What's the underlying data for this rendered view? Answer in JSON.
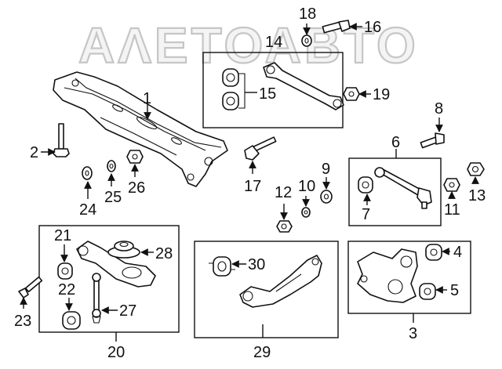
{
  "watermark": {
    "text": "ΑΛΕΤΟΑΒΤΟ"
  },
  "callouts": {
    "c1": "1",
    "c2": "2",
    "c3": "3",
    "c4": "4",
    "c5": "5",
    "c6": "6",
    "c7": "7",
    "c8": "8",
    "c9": "9",
    "c10": "10",
    "c11": "11",
    "c12": "12",
    "c13": "13",
    "c14": "14",
    "c15": "15",
    "c16": "16",
    "c17": "17",
    "c18": "18",
    "c19": "19",
    "c20": "20",
    "c21": "21",
    "c22": "22",
    "c23": "23",
    "c24": "24",
    "c25": "25",
    "c26": "26",
    "c27": "27",
    "c28": "28",
    "c29": "29",
    "c30": "30"
  }
}
